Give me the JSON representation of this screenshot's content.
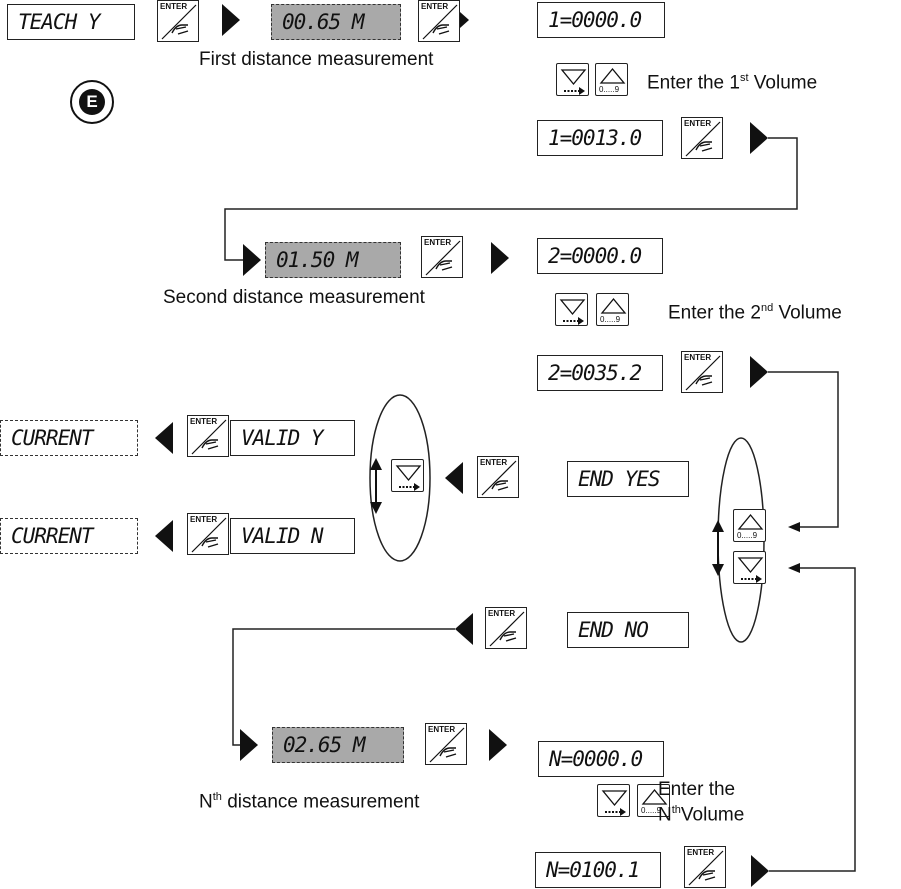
{
  "e_icon": "E",
  "displays": {
    "teach": "TEACH Y",
    "meas1": "00.65 M",
    "vol1_init": "1=0000.0",
    "vol1_set": "1=0013.0",
    "meas2": "01.50 M",
    "vol2_init": "2=0000.0",
    "vol2_set": "2=0035.2",
    "end_yes": "END YES",
    "valid_y": "VALID Y",
    "valid_n": "VALID N",
    "current_1": "CURRENT",
    "current_2": "CURRENT",
    "end_no": "END NO",
    "measn": "02.65 M",
    "voln_init": "N=0000.0",
    "voln_set": "N=0100.1"
  },
  "button_label": "ENTER",
  "key_range_label": "0.....9",
  "labels": {
    "first_meas": "First distance measurement",
    "second_meas": "Second distance measurement",
    "nth_meas_prefix": "N",
    "nth_meas_sup": "th",
    "nth_meas_rest": " distance measurement",
    "vol1_prefix": "Enter the 1",
    "vol1_sup": "st",
    "vol1_rest": " Volume",
    "vol2_prefix": "Enter the 2",
    "vol2_sup": "nd",
    "vol2_rest": " Volume",
    "voln_line1": "Enter the",
    "voln_prefix": "N",
    "voln_sup": "th",
    "voln_rest": "Volume"
  }
}
